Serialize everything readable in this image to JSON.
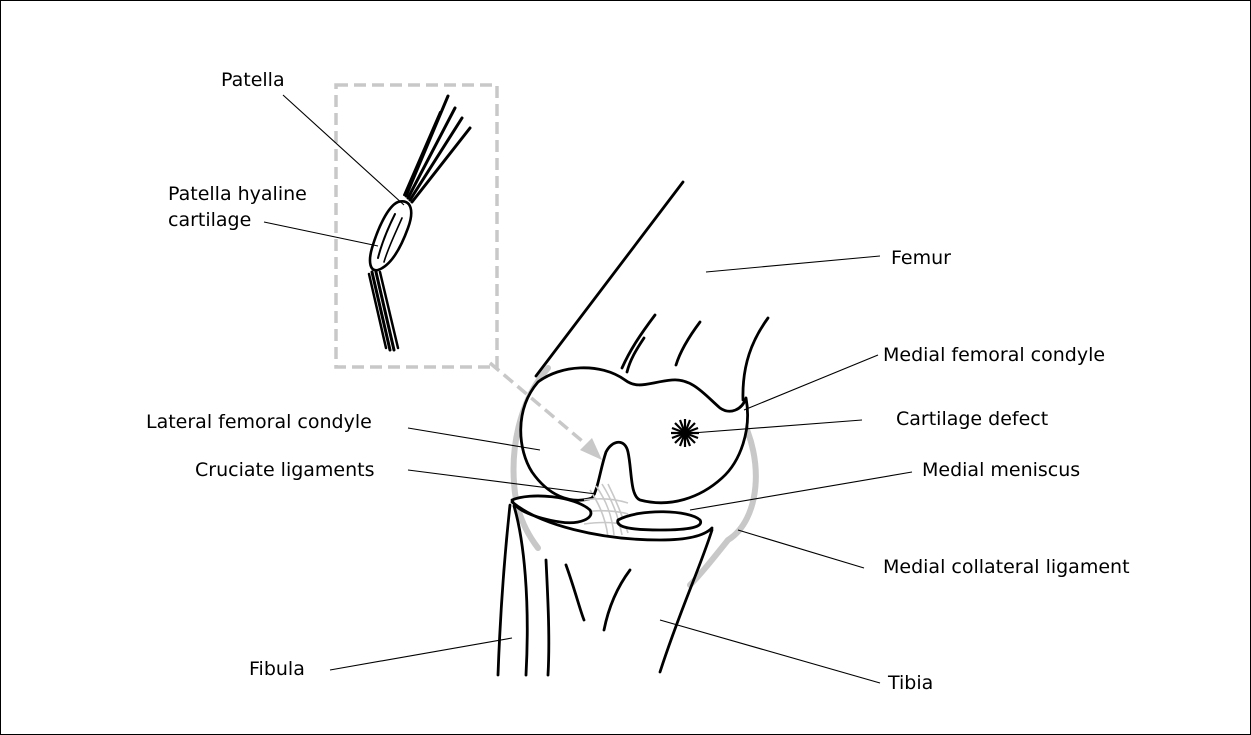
{
  "labels": {
    "patella": "Patella",
    "patella_hyaline_line1": "Patella hyaline",
    "patella_hyaline_line2": "cartilage",
    "femur": "Femur",
    "medial_femoral_condyle": "Medial femoral condyle",
    "lateral_femoral_condyle": "Lateral femoral condyle",
    "cartilage_defect": "Cartilage defect",
    "cruciate_ligaments": "Cruciate ligaments",
    "medial_meniscus": "Medial meniscus",
    "medial_collateral_ligament": "Medial collateral ligament",
    "fibula": "Fibula",
    "tibia": "Tibia"
  },
  "colors": {
    "line": "#000000",
    "ligament_grey": "#c8c8c8",
    "inset_box": "#c8c8c8",
    "background": "#ffffff"
  }
}
